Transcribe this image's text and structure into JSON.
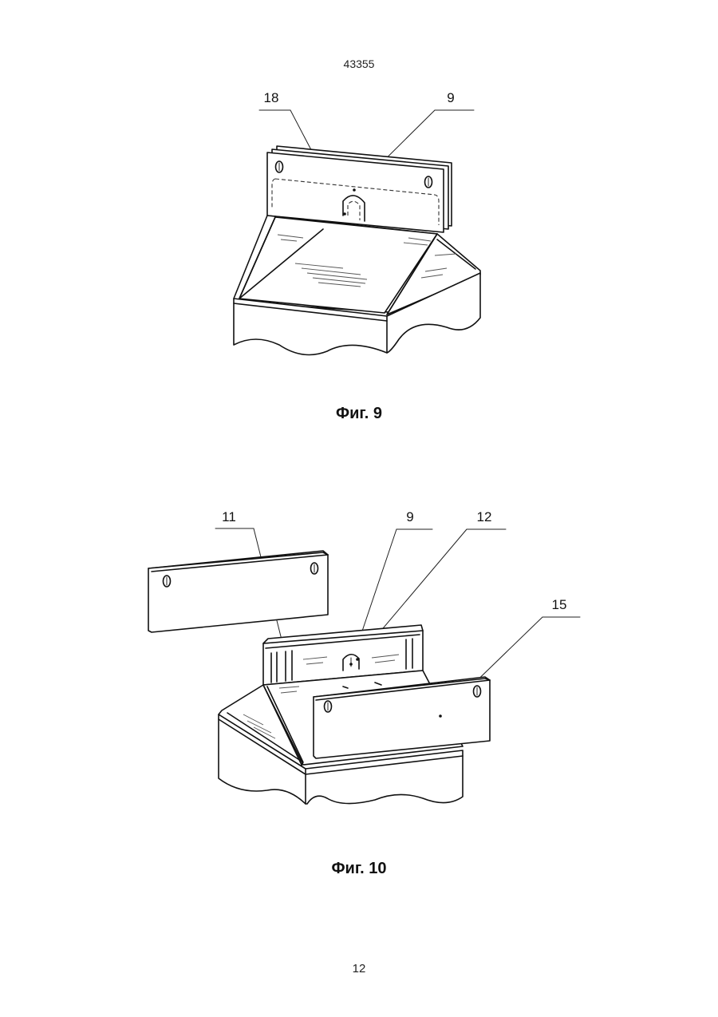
{
  "header": {
    "doc_number": "43355"
  },
  "figure9": {
    "caption": "Фиг. 9",
    "callouts": {
      "c18": "18",
      "c9": "9"
    }
  },
  "figure10": {
    "caption": "Фиг. 10",
    "callouts": {
      "c11": "11",
      "c9": "9",
      "c12": "12",
      "c15": "15"
    }
  },
  "footer": {
    "page_number": "12"
  }
}
